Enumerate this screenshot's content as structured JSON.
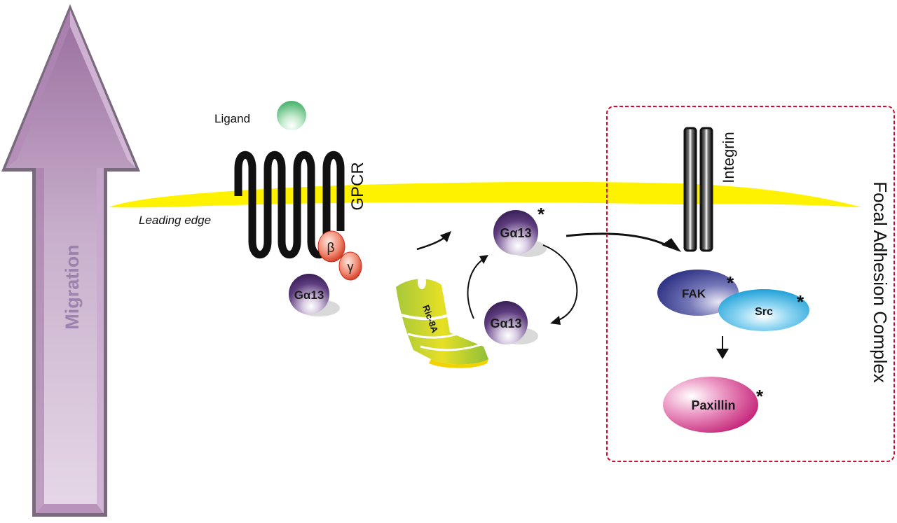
{
  "diagram": {
    "migration_arrow": {
      "label": "Migration",
      "direction": "up"
    },
    "membrane": {
      "label": "Leading edge"
    },
    "ligand": {
      "label": "Ligand"
    },
    "gpcr": {
      "label": "GPCR"
    },
    "g_protein": {
      "alpha_label": "Gα13",
      "beta_label": "β",
      "gamma_label": "γ"
    },
    "ric8a": {
      "label": "Ric-8A"
    },
    "galpha_active": {
      "label": "Gα13",
      "marker": "*"
    },
    "galpha_inactive": {
      "label": "Gα13"
    },
    "integrin": {
      "label": "Integrin"
    },
    "focal_adhesion": {
      "title": "Focal Adhesion Complex",
      "fak": {
        "label": "FAK",
        "marker": "*"
      },
      "src": {
        "label": "Src",
        "marker": "*"
      },
      "paxillin": {
        "label": "Paxillin",
        "marker": "*"
      }
    },
    "colors": {
      "migration_arrow": "#c9a6cf",
      "membrane": "#fff200",
      "ligand": "#6cc48a",
      "galpha": "#4b2a6b",
      "beta_gamma": "#e2513c",
      "fak": "#3b3f93",
      "src": "#19a8e0",
      "paxillin": "#c81e7a",
      "focal_box_border": "#c8102e",
      "ric8a": "#9cc43a"
    }
  }
}
